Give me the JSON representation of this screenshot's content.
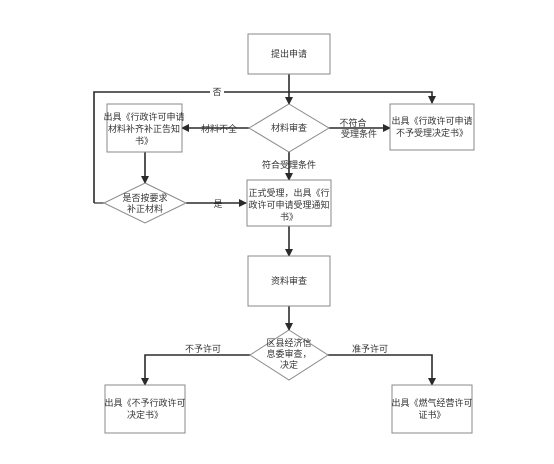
{
  "nodes": {
    "submit": "提出申请",
    "review": "材料审查",
    "reject_decision": [
      "出具《行政许可申请",
      "不予受理决定书》"
    ],
    "supplement_notice": [
      "出具《行政许可申请",
      "材料补齐补正告知",
      "书》"
    ],
    "check_supplement": [
      "是否按要求",
      "补正材料"
    ],
    "accept": [
      "正式受理，出具《行",
      "政许可申请受理通知",
      "书》"
    ],
    "data_review": "资料审查",
    "committee": [
      "区县经济信",
      "息委审查，",
      "决定"
    ],
    "deny_decision": [
      "出具《不予行政许可",
      "决定书》"
    ],
    "grant_cert": [
      "出具《燃气经营许可",
      "证书》"
    ]
  },
  "edges": {
    "no": "否",
    "incomplete": "材料不全",
    "not_meet": [
      "不符合",
      "受理条件"
    ],
    "meet": "符合受理条件",
    "yes": "是",
    "deny": "不予许可",
    "grant": "准予许可"
  }
}
